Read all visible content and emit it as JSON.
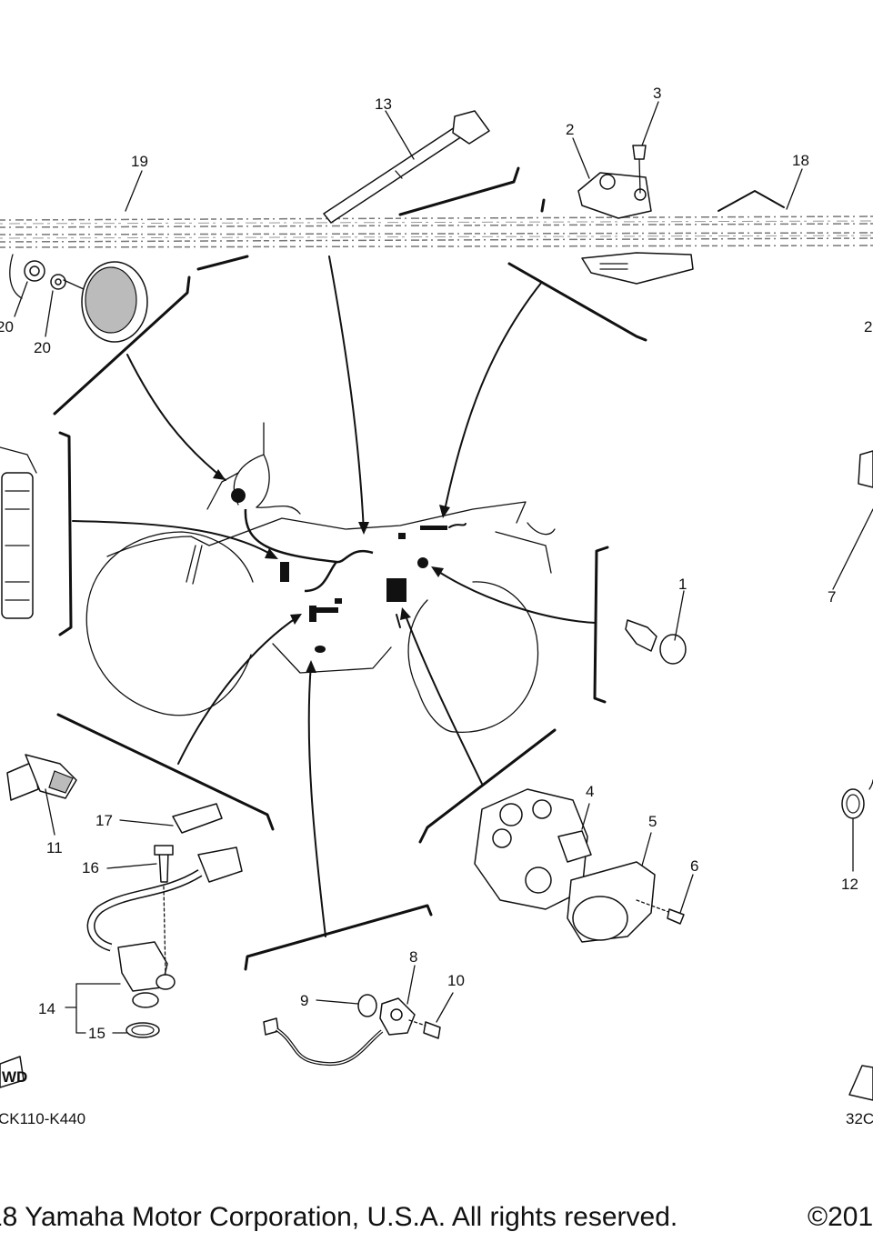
{
  "callouts": [
    {
      "id": "1",
      "text": "1"
    },
    {
      "id": "2",
      "text": "2"
    },
    {
      "id": "3",
      "text": "3"
    },
    {
      "id": "4",
      "text": "4"
    },
    {
      "id": "5",
      "text": "5"
    },
    {
      "id": "6",
      "text": "6"
    },
    {
      "id": "7",
      "text": "7"
    },
    {
      "id": "8",
      "text": "8"
    },
    {
      "id": "9",
      "text": "9"
    },
    {
      "id": "10",
      "text": "10"
    },
    {
      "id": "11",
      "text": "11"
    },
    {
      "id": "12",
      "text": "12"
    },
    {
      "id": "13",
      "text": "13"
    },
    {
      "id": "14",
      "text": "14"
    },
    {
      "id": "15",
      "text": "15"
    },
    {
      "id": "16",
      "text": "16"
    },
    {
      "id": "17",
      "text": "17"
    },
    {
      "id": "18",
      "text": "18"
    },
    {
      "id": "19",
      "text": "19"
    },
    {
      "id": "20a",
      "text": "20"
    },
    {
      "id": "20b",
      "text": "20"
    },
    {
      "id": "21",
      "text": "2"
    }
  ],
  "diagram_code_left": "CK110-K440",
  "diagram_code_right": "32C",
  "fwd_label": "WD",
  "footer": {
    "copyright_left": "18 Yamaha Motor Corporation, U.S.A. All rights reserved.",
    "copyright_right": "©201"
  }
}
